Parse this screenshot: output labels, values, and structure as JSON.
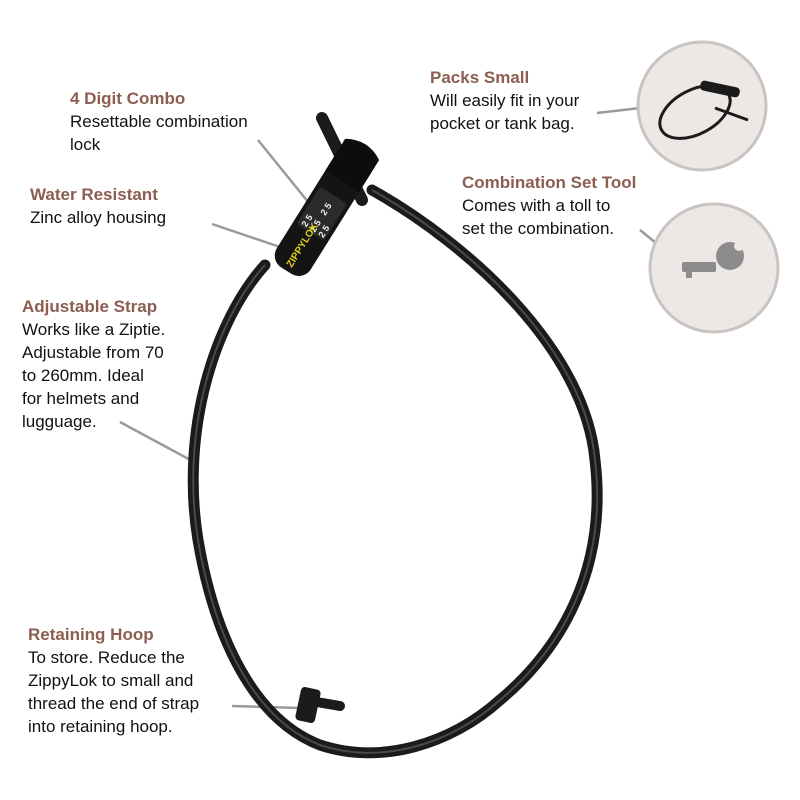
{
  "callouts": {
    "combo": {
      "title": "4 Digit Combo",
      "desc": "Resettable combination\nlock"
    },
    "water": {
      "title": "Water Resistant",
      "desc": "Zinc alloy housing"
    },
    "strap": {
      "title": "Adjustable Strap",
      "desc": "Works like a Ziptie.\nAdjustable from 70\nto 260mm.  Ideal\nfor helmets and\nlugguage."
    },
    "hoop": {
      "title": "Retaining Hoop",
      "desc": "To store.  Reduce the\nZippyLok to small and\nthread the end of strap\ninto retaining hoop."
    },
    "packs": {
      "title": "Packs Small",
      "desc": "Will easily fit in your\npocket or tank bag."
    },
    "tool": {
      "title": "Combination Set Tool",
      "desc": "Comes with a toll to\nset the combination."
    }
  },
  "product": {
    "brand": "ZIPPYLOK",
    "dial_digits": [
      "2 5",
      "2 5",
      "2 5",
      "2 5"
    ]
  },
  "colors": {
    "title": "#8b5e51",
    "strap": "#1b1b1b",
    "leader": "#9a9a9a",
    "circle_fill": "#ede8e6",
    "circle_border": "#c9c4c2",
    "brand": "#e8d21a",
    "key": "#8c8c8c"
  }
}
